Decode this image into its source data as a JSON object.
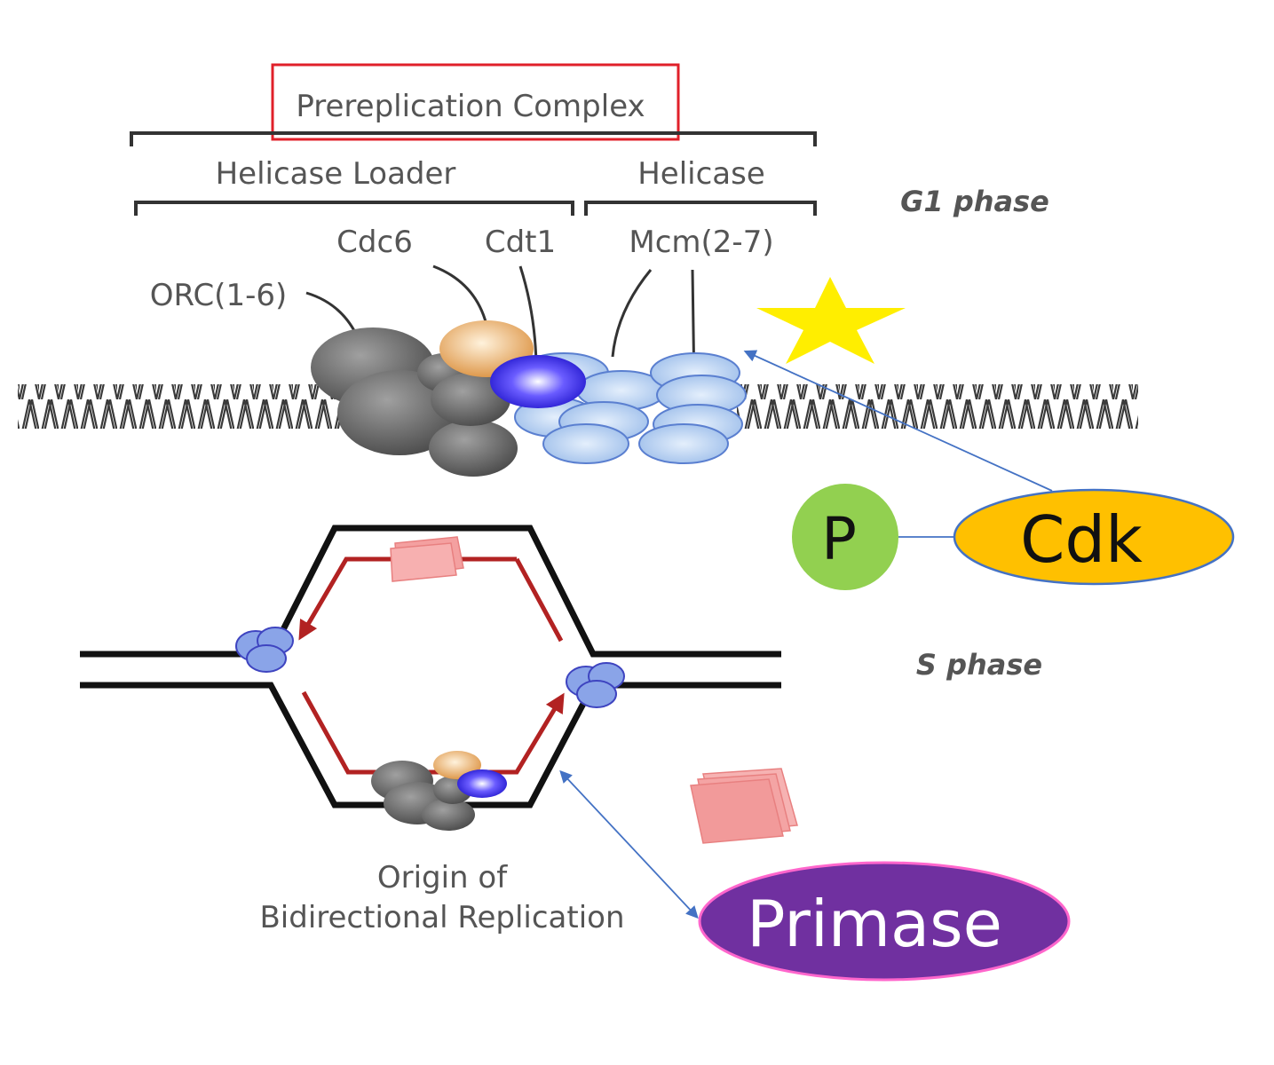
{
  "labels": {
    "prereplication_complex": "Prereplication Complex",
    "helicase_loader": "Helicase Loader",
    "helicase": "Helicase",
    "cdc6": "Cdc6",
    "cdt1": "Cdt1",
    "mcm": "Mcm(2-7)",
    "orc": "ORC(1-6)",
    "g1_phase": "G1 phase",
    "s_phase": "S phase",
    "origin_line1": "Origin of",
    "origin_line2": "Bidirectional Replication",
    "p": "P",
    "cdk": "Cdk",
    "primase": "Primase"
  },
  "colors": {
    "highlight_box": "#e0202a",
    "orc_gray": "#6e6e6e",
    "cdc6_orange": "#e8a04c",
    "cdt1_blue": "#2a1fd8",
    "mcm_blue": "#a9c8ef",
    "star_yellow": "#ffee00",
    "p_green": "#92d050",
    "cdk_orange": "#ffc000",
    "primase_purple": "#7030a0",
    "arrow_blue": "#4472c4",
    "fork_red": "#b22222",
    "primer_pink": "#f4a0a0"
  }
}
